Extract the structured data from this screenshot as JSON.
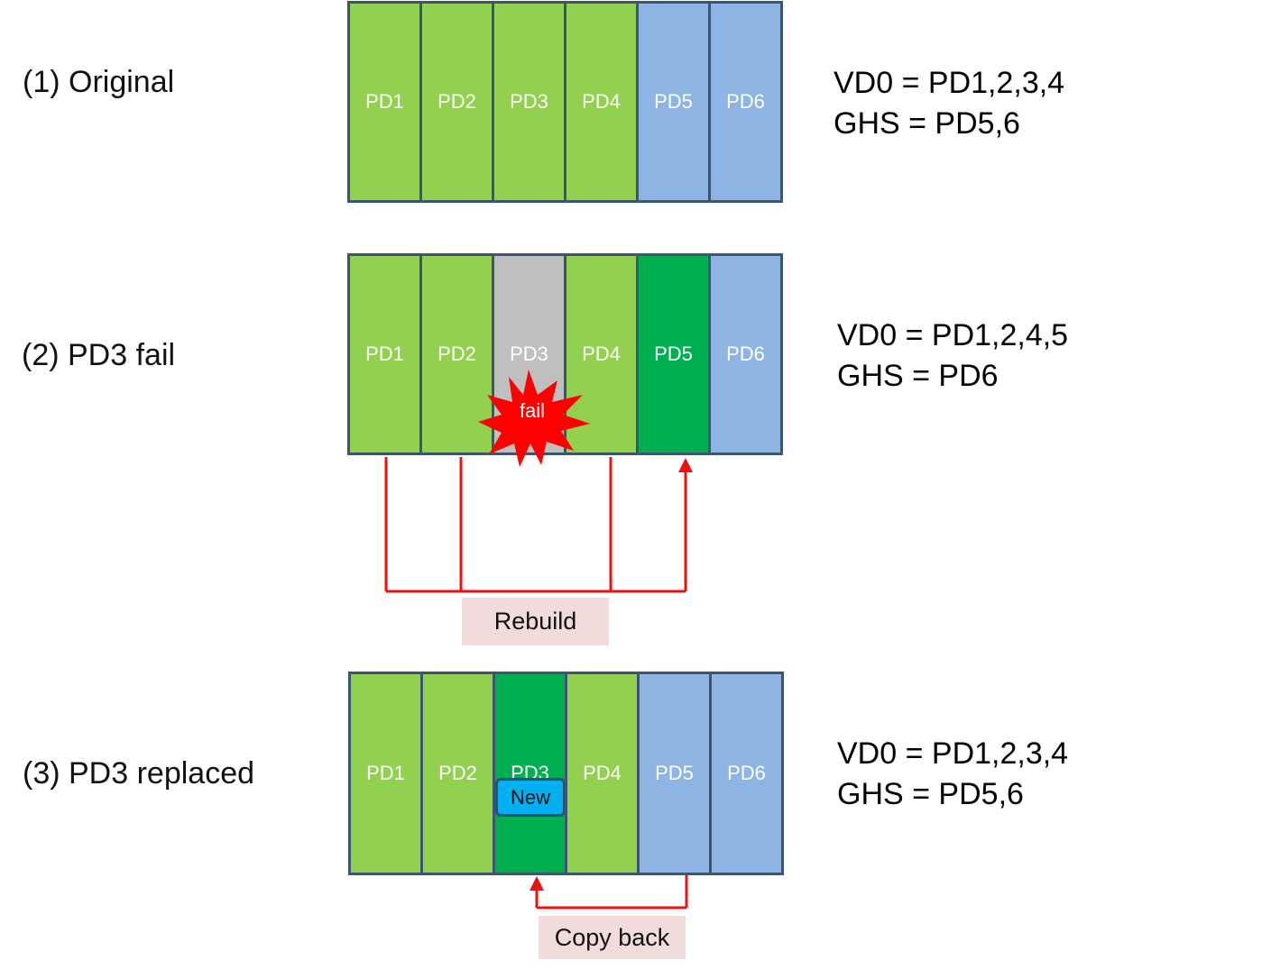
{
  "colors": {
    "disk_green": "#92d050",
    "disk_blue": "#8db4e2",
    "disk_dark_green": "#00b050",
    "disk_gray": "#bfbfbf",
    "border": "#3b5573",
    "arrow_red": "#ee1111",
    "tag_bg": "#f2dcdb",
    "new_badge": "#00b0f0"
  },
  "stages": [
    {
      "label": "(1) Original",
      "disks": [
        {
          "name": "PD1",
          "state": "green"
        },
        {
          "name": "PD2",
          "state": "green"
        },
        {
          "name": "PD3",
          "state": "green"
        },
        {
          "name": "PD4",
          "state": "green"
        },
        {
          "name": "PD5",
          "state": "blue"
        },
        {
          "name": "PD6",
          "state": "blue"
        }
      ],
      "info": [
        "VD0 = PD1,2,3,4",
        "GHS = PD5,6"
      ]
    },
    {
      "label": "(2) PD3 fail",
      "disks": [
        {
          "name": "PD1",
          "state": "green"
        },
        {
          "name": "PD2",
          "state": "green"
        },
        {
          "name": "PD3",
          "state": "gray"
        },
        {
          "name": "PD4",
          "state": "green"
        },
        {
          "name": "PD5",
          "state": "dark-green"
        },
        {
          "name": "PD6",
          "state": "blue"
        }
      ],
      "info": [
        "VD0 = PD1,2,4,5",
        "GHS = PD6"
      ],
      "fail_label": "fail",
      "action_label": "Rebuild"
    },
    {
      "label": "(3) PD3 replaced",
      "disks": [
        {
          "name": "PD1",
          "state": "green"
        },
        {
          "name": "PD2",
          "state": "green"
        },
        {
          "name": "PD3",
          "state": "dark-green"
        },
        {
          "name": "PD4",
          "state": "green"
        },
        {
          "name": "PD5",
          "state": "blue"
        },
        {
          "name": "PD6",
          "state": "blue"
        }
      ],
      "info": [
        "VD0 = PD1,2,3,4",
        "GHS = PD5,6"
      ],
      "new_label": "New",
      "action_label": "Copy back"
    }
  ]
}
